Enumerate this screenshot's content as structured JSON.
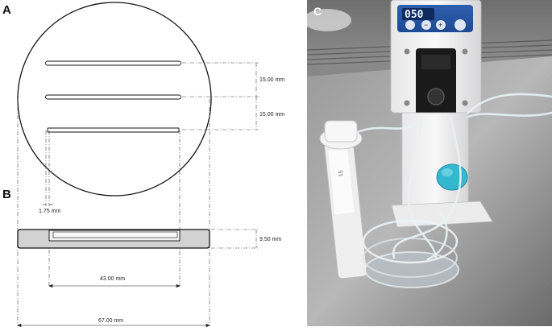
{
  "panels": {
    "a_label": "A",
    "b_label": "B",
    "c_label": "C"
  },
  "top_view": {
    "channel_spacing_1": "15.00 mm",
    "channel_spacing_2": "15.00 mm",
    "channel_width": "1.75 mm"
  },
  "side_view": {
    "thickness": "9.50 mm",
    "channel_length": "43.00 mm",
    "overall_width": "67.00 mm"
  },
  "photo": {
    "pump_display": "050",
    "pump_buttons": [
      "−",
      "+"
    ],
    "tube_label": "15"
  }
}
